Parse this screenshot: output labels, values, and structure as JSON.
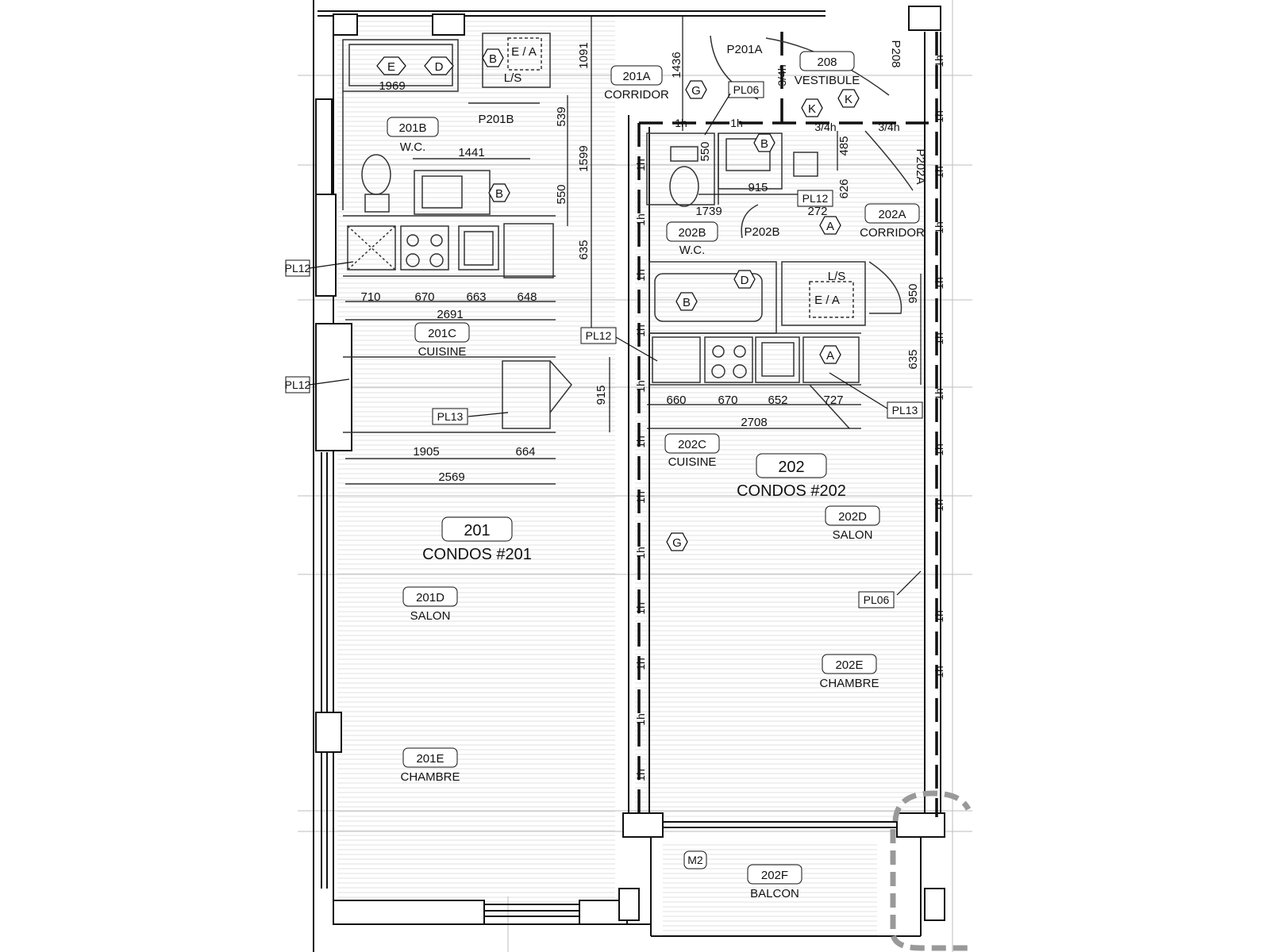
{
  "drawing": {
    "rooms": [
      {
        "num": "201B",
        "name": "W.C."
      },
      {
        "num": "201A",
        "name": "CORRIDOR"
      },
      {
        "num": "201C",
        "name": "CUISINE"
      },
      {
        "num": "201",
        "name": "CONDOS #201"
      },
      {
        "num": "201D",
        "name": "SALON"
      },
      {
        "num": "201E",
        "name": "CHAMBRE"
      },
      {
        "num": "208",
        "name": "VESTIBULE"
      },
      {
        "num": "202B",
        "name": "W.C."
      },
      {
        "num": "202A",
        "name": "CORRIDOR"
      },
      {
        "num": "202C",
        "name": "CUISINE"
      },
      {
        "num": "202",
        "name": "CONDOS #202"
      },
      {
        "num": "202D",
        "name": "SALON"
      },
      {
        "num": "202E",
        "name": "CHAMBRE"
      },
      {
        "num": "202F",
        "name": "BALCON"
      }
    ],
    "doors": [
      "P201A",
      "P201B",
      "P202B",
      "P208",
      "P202A"
    ],
    "tags": [
      "PL06",
      "PL12",
      "PL12",
      "PL13",
      "PL13",
      "PL06",
      "PL12",
      "PL12",
      "M2"
    ],
    "symbols": [
      "E",
      "D",
      "B",
      "E / A",
      "L/S",
      "B",
      "G",
      "K",
      "K",
      "B",
      "A",
      "D",
      "L/S",
      "E / A",
      "B",
      "A",
      "G"
    ],
    "dimensions": [
      "1969",
      "1441",
      "539",
      "1599",
      "550",
      "635",
      "1091",
      "1436",
      "710",
      "670",
      "663",
      "648",
      "2691",
      "915",
      "1905",
      "664",
      "2569",
      "550",
      "915",
      "1739",
      "272",
      "485",
      "626",
      "950",
      "635",
      "660",
      "670",
      "652",
      "727",
      "2708"
    ],
    "ratings": [
      "1h",
      "1h",
      "3/4h",
      "3/4h",
      "3/4h",
      "1h",
      "1h",
      "1h",
      "1h",
      "1h",
      "1h",
      "1h",
      "1h",
      "1h",
      "1h",
      "1h",
      "1h",
      "1h",
      "1h",
      "1h",
      "1h",
      "1h",
      "1h",
      "1h",
      "1h",
      "1h",
      "1h",
      "1h"
    ]
  }
}
